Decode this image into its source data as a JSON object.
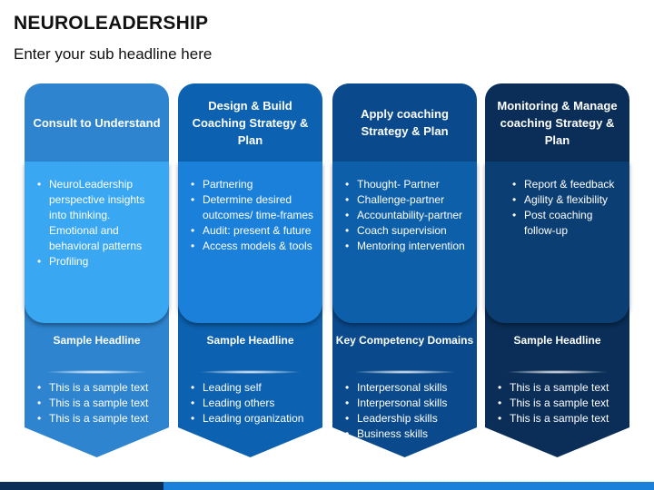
{
  "title": "NEUROLEADERSHIP",
  "subtitle": "Enter your sub headline here",
  "columns": [
    {
      "heading": "Consult to Understand",
      "points": [
        "NeuroLeadership perspective insights into thinking. Emotional and behavioral patterns",
        "Profiling"
      ],
      "sub_heading": "Sample Headline",
      "items": [
        "This is a sample text",
        "This is a sample text",
        "This is a sample text"
      ]
    },
    {
      "heading": "Design & Build Coaching Strategy & Plan",
      "points": [
        "Partnering",
        "Determine desired outcomes/ time-frames",
        "Audit: present & future",
        "Access models & tools"
      ],
      "sub_heading": "Sample Headline",
      "items": [
        "Leading self",
        "Leading others",
        "Leading organization"
      ]
    },
    {
      "heading": "Apply coaching Strategy & Plan",
      "points": [
        "Thought- Partner",
        "Challenge-partner",
        "Accountability-partner",
        "Coach supervision",
        "Mentoring intervention"
      ],
      "sub_heading": "Key Competency Domains",
      "items": [
        "Interpersonal skills",
        "Interpersonal skills",
        "Leadership skills",
        "Business skills"
      ]
    },
    {
      "heading": "Monitoring & Manage coaching Strategy & Plan",
      "points": [
        "Report & feedback",
        "Agility & flexibility",
        "Post coaching follow-up"
      ],
      "sub_heading": "Sample Headline",
      "items": [
        "This is a sample text",
        "This is a sample text",
        "This is a sample text"
      ]
    }
  ]
}
